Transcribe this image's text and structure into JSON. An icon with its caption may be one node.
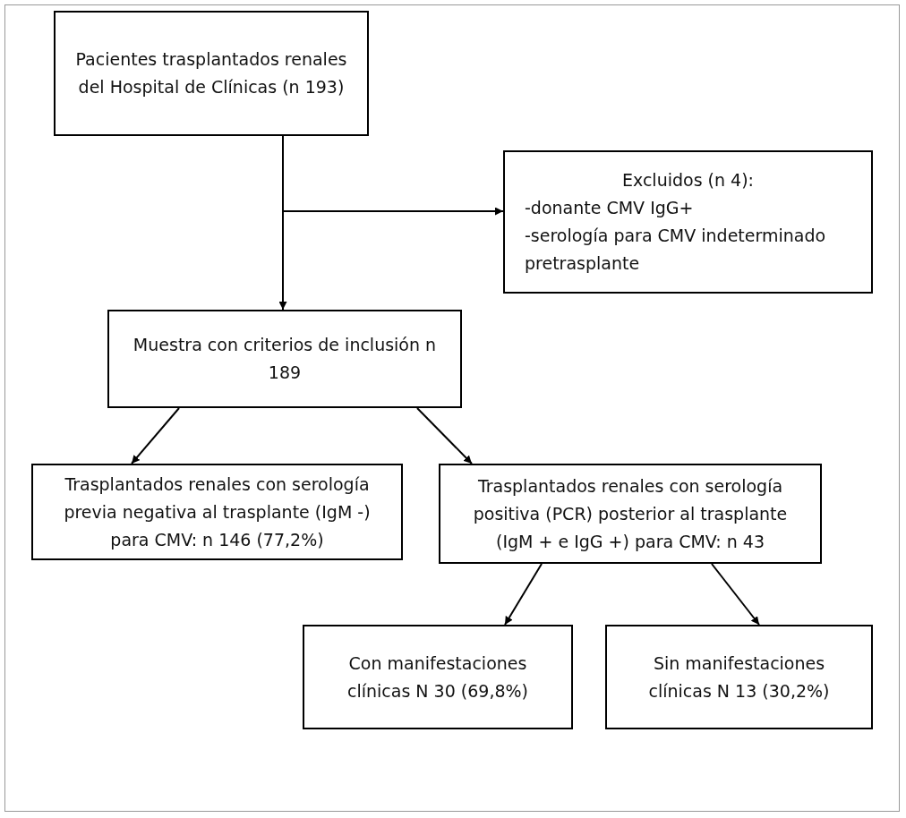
{
  "diagram": {
    "nodes": [
      {
        "text": [
          "Pacientes trasplantados renales del Hospital de Clínicas (n 193)"
        ]
      },
      {
        "text": [
          "Excluidos (n 4):",
          "-donante CMV IgG+",
          "-serología para CMV indeterminado pretrasplante"
        ]
      },
      {
        "text": [
          "Muestra con criterios de inclusión n 189"
        ]
      },
      {
        "text": [
          "Trasplantados renales con serología previa negativa al trasplante (IgM -) para CMV: n 146 (77,2%)"
        ]
      },
      {
        "text": [
          "Trasplantados renales con serología positiva (PCR) posterior al trasplante (IgM + e IgG +) para CMV: n 43"
        ]
      },
      {
        "text": [
          "Con manifestaciones clínicas N 30 (69,8%)"
        ]
      },
      {
        "text": [
          "Sin manifestaciones clínicas N 13 (30,2%)"
        ]
      }
    ],
    "edges": [
      {
        "from": 0,
        "to": 2,
        "arrow": "to"
      },
      {
        "from": 0,
        "to": 1,
        "arrow": "to"
      },
      {
        "from": 2,
        "to": 3,
        "arrow": "to"
      },
      {
        "from": 2,
        "to": 4,
        "arrow": "to"
      },
      {
        "from": 4,
        "to": 5,
        "arrow": "to"
      },
      {
        "from": 4,
        "to": 6,
        "arrow": "to"
      }
    ]
  }
}
